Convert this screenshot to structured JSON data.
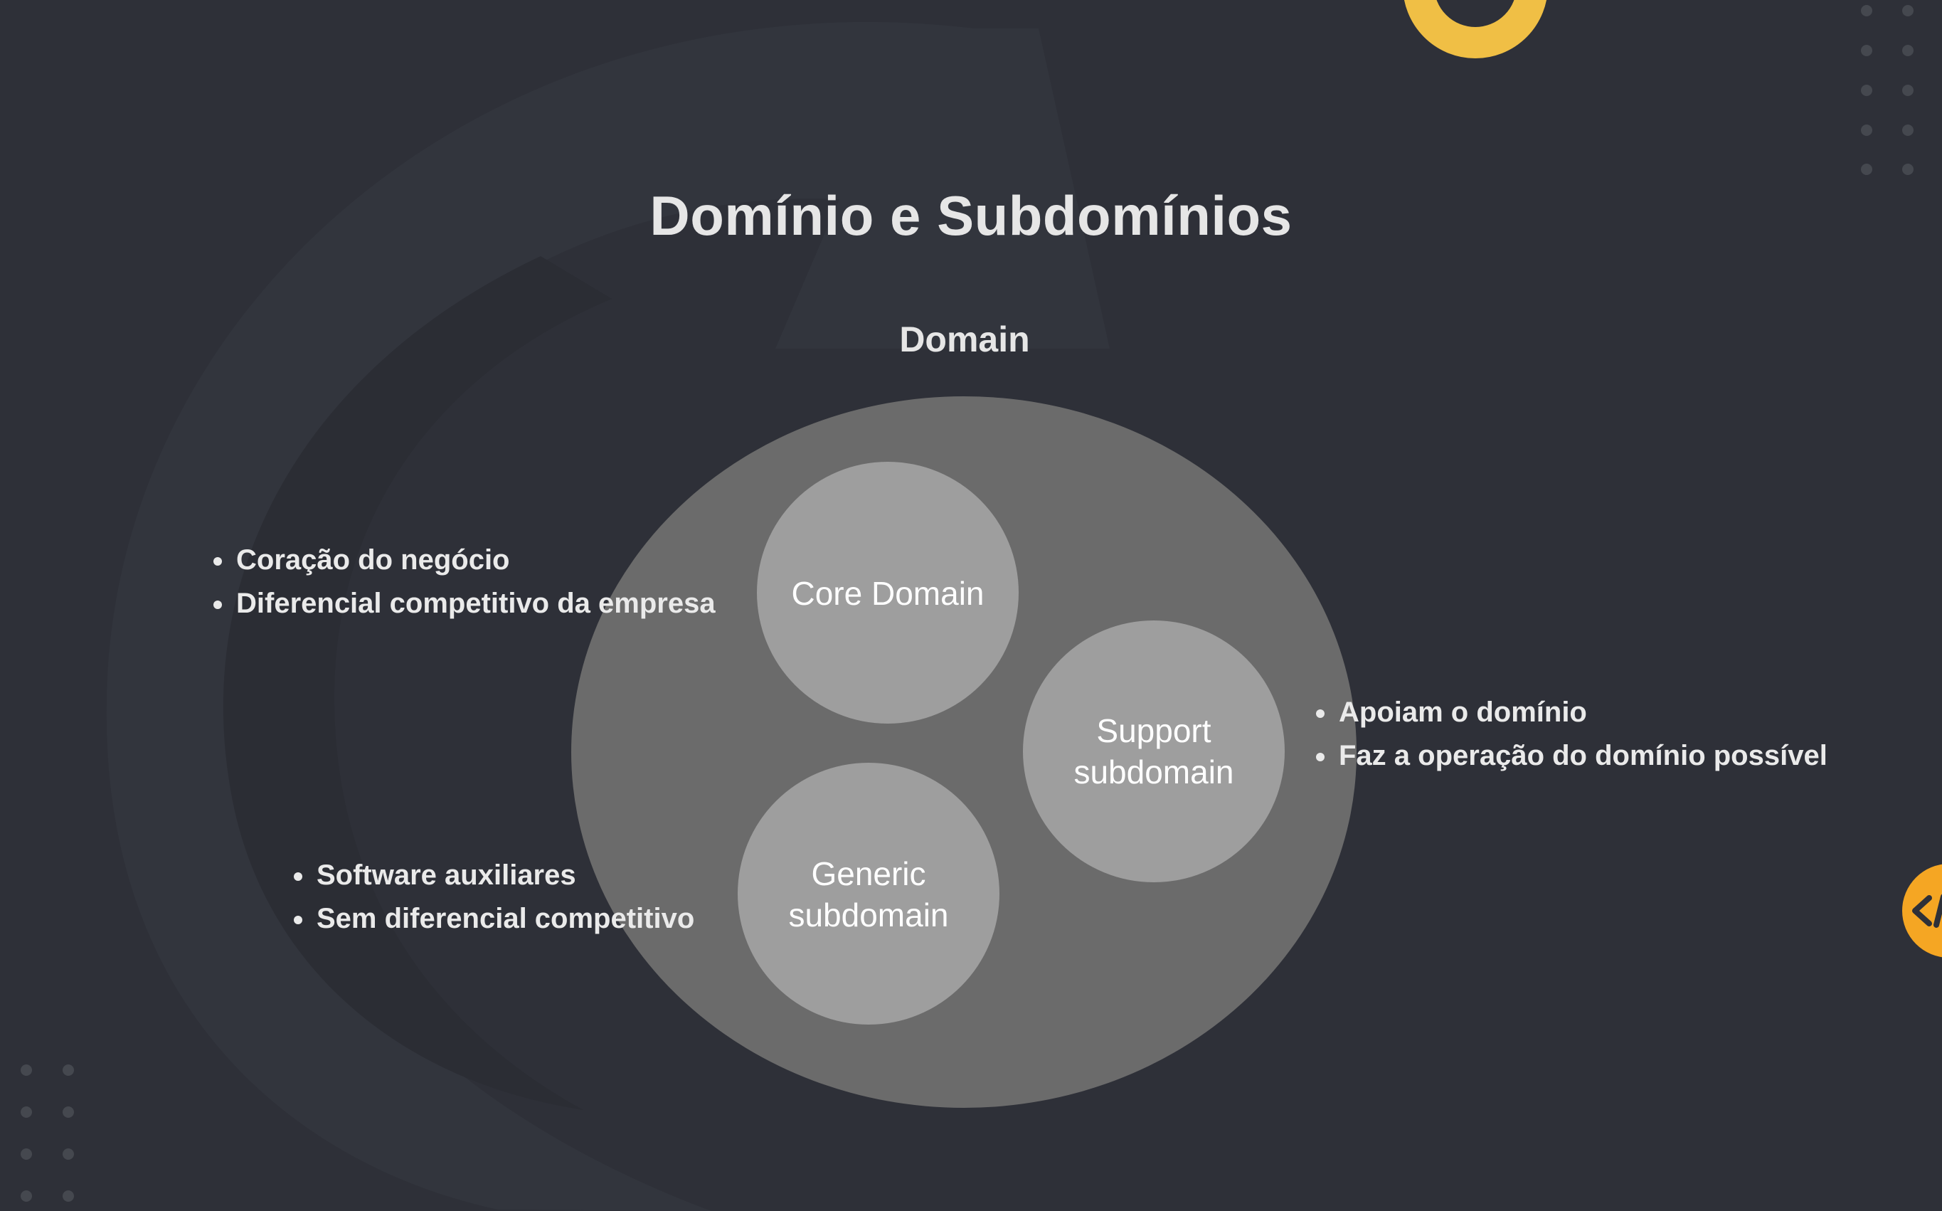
{
  "slide": {
    "title": "Domínio e Subdomínios",
    "domain_label": "Domain",
    "subdomains": [
      {
        "key": "core",
        "label": "Core Domain"
      },
      {
        "key": "support",
        "label": "Support subdomain"
      },
      {
        "key": "generic",
        "label": "Generic subdomain"
      }
    ],
    "notes": {
      "core": [
        "Coração do negócio",
        "Diferencial competitivo da empresa"
      ],
      "support": [
        "Apoiam o domínio",
        "Faz a operação do domínio possível"
      ],
      "generic": [
        "Software auxiliares",
        "Sem diferencial competitivo"
      ]
    },
    "corner_badge_icon": "code-brackets-icon",
    "colors": {
      "background": "#2e3038",
      "domain_ellipse": "#6b6b6b",
      "subdomain_circle": "#9e9e9e",
      "accent": "#f0bf45",
      "badge": "#f5a623"
    }
  }
}
